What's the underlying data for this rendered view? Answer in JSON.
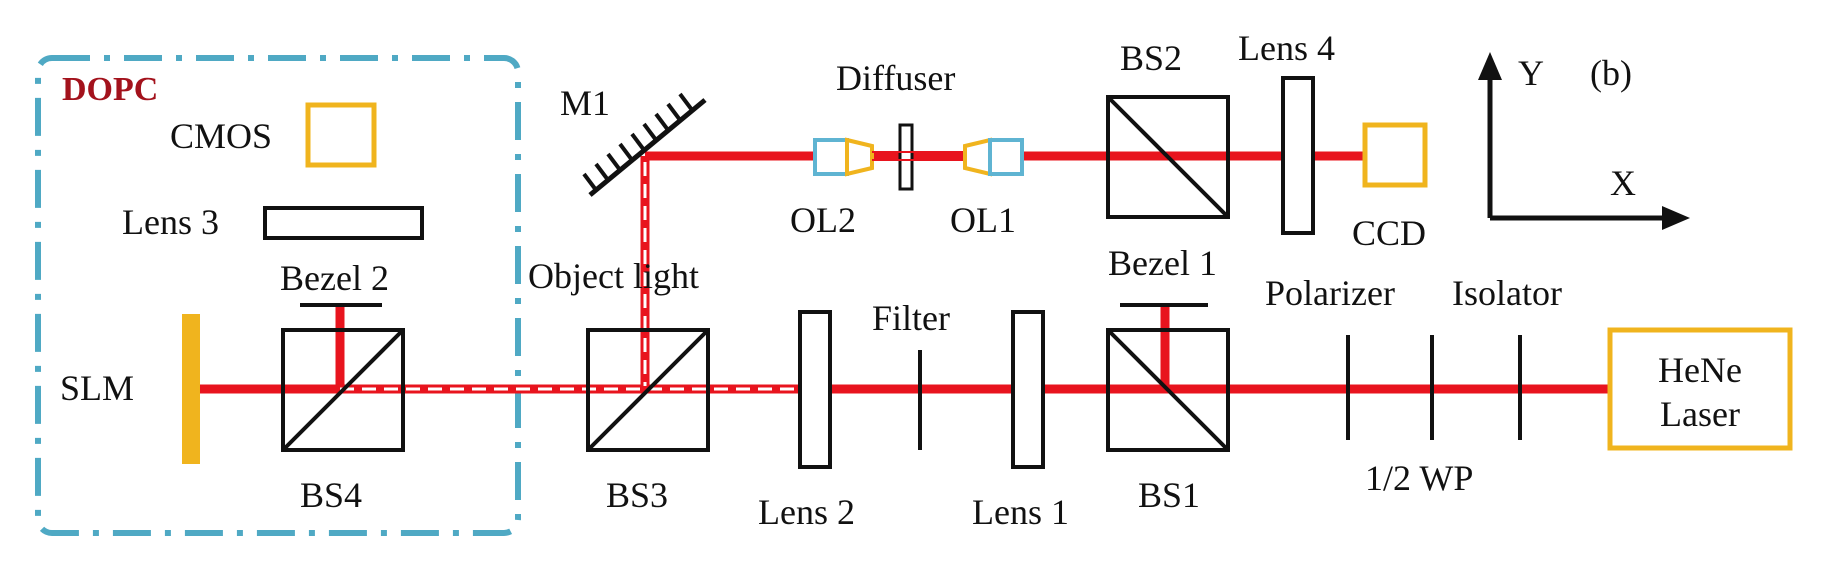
{
  "colors": {
    "beam": "#e8141e",
    "dopc_border": "#4fa9c4",
    "dopc_title": "#a3121c",
    "camera": "#f0b41e",
    "objective_back": "#5fb4d2",
    "objective_front": "#f0b41e",
    "ink": "#111111"
  },
  "labels": {
    "dopc": "DOPC",
    "cmos": "CMOS",
    "lens3": "Lens 3",
    "bezel2": "Bezel 2",
    "slm": "SLM",
    "bs4": "BS4",
    "m1": "M1",
    "object_light": "Object light",
    "bs3": "BS3",
    "lens2": "Lens 2",
    "diffuser": "Diffuser",
    "ol2": "OL2",
    "ol1": "OL1",
    "filter": "Filter",
    "lens1": "Lens 1",
    "bs2": "BS2",
    "bezel1": "Bezel 1",
    "bs1": "BS1",
    "lens4": "Lens 4",
    "ccd": "CCD",
    "axis_y": "Y",
    "axis_x": "X",
    "panel": "(b)",
    "polarizer": "Polarizer",
    "half_wp": "1/2 WP",
    "isolator": "Isolator",
    "laser_line1": "HeNe",
    "laser_line2": "Laser"
  }
}
